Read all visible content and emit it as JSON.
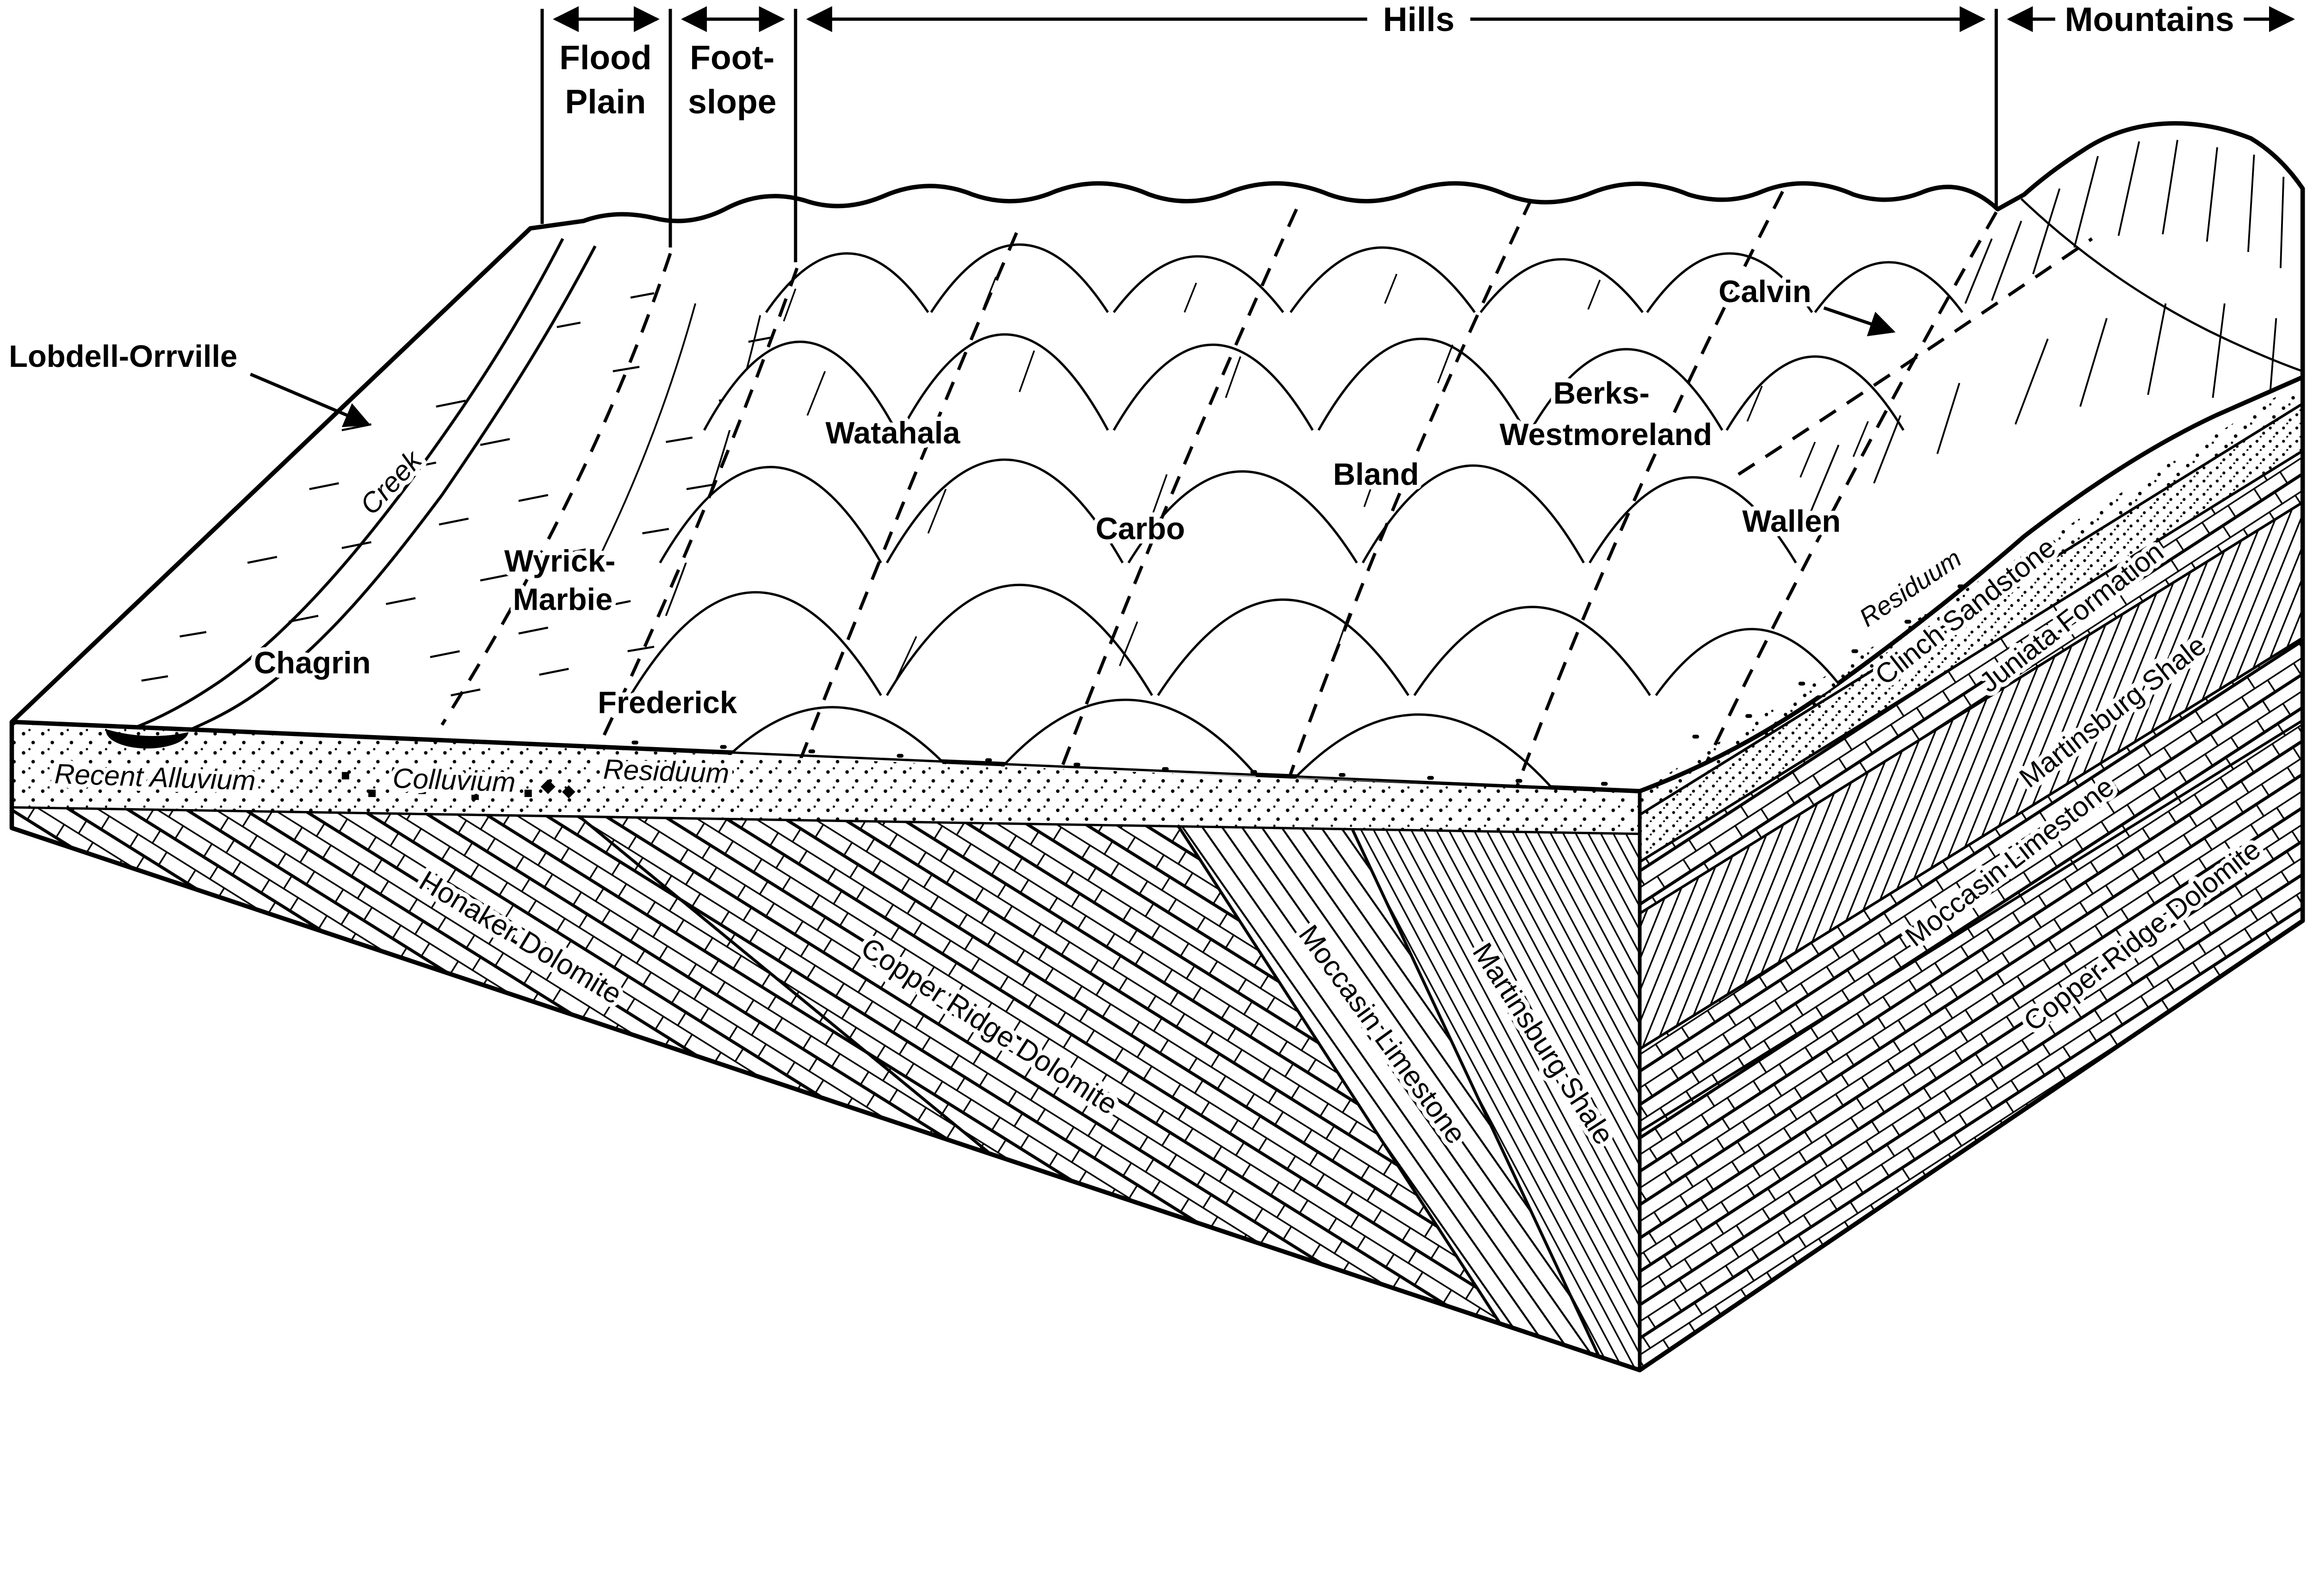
{
  "title": "Soil and geology block diagram",
  "top_scale": {
    "flood1": "Flood",
    "flood2": "Plain",
    "foot1": "Foot-",
    "foot2": "slope",
    "hills": "Hills",
    "mountains": "Mountains"
  },
  "surface": {
    "lobdell": "Lobdell-Orrville",
    "creek": "Creek",
    "chagrin": "Chagrin",
    "wyrick1": "Wyrick-",
    "wyrick2": "Marbie",
    "frederick": "Frederick",
    "watahala": "Watahala",
    "carbo": "Carbo",
    "bland": "Bland",
    "berks1": "Berks-",
    "berks2": "Westmoreland",
    "calvin": "Calvin",
    "wallen": "Wallen"
  },
  "band": {
    "recent_alluvium": "Recent Alluvium",
    "colluvium": "Colluvium",
    "residuum": "Residuum"
  },
  "front": {
    "honaker": "Honaker Dolomite",
    "copper_ridge": "Copper Ridge Dolomite",
    "moccasin": "Moccasin Limestone",
    "martinsburg": "Martinsburg Shale"
  },
  "right": {
    "residuum": "Residuum",
    "clinch": "Clinch Sandstone",
    "juniata": "Juniata Formation",
    "martinsburg": "Martinsburg Shale",
    "moccasin": "Moccasin Limestone",
    "copper_ridge": "Copper Ridge Dolomite"
  },
  "colors": {
    "ink": "#000000",
    "paper": "#ffffff"
  }
}
